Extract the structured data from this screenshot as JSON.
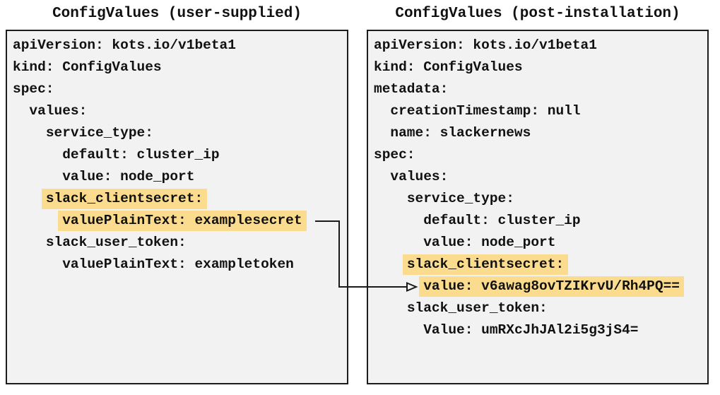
{
  "colors": {
    "highlight": "#fbdc8e",
    "panel_bg": "#f2f2f2",
    "border": "#1c1c1c",
    "text": "#111111"
  },
  "panels": [
    {
      "title": "ConfigValues (user-supplied)",
      "lines": [
        {
          "indent": 0,
          "text": "apiVersion: kots.io/v1beta1",
          "highlight": false
        },
        {
          "indent": 0,
          "text": "kind: ConfigValues",
          "highlight": false
        },
        {
          "indent": 0,
          "text": "spec:",
          "highlight": false
        },
        {
          "indent": 2,
          "text": "values:",
          "highlight": false
        },
        {
          "indent": 4,
          "text": "service_type:",
          "highlight": false
        },
        {
          "indent": 6,
          "text": "default: cluster_ip",
          "highlight": false
        },
        {
          "indent": 6,
          "text": "value: node_port",
          "highlight": false
        },
        {
          "indent": 4,
          "text": "slack_clientsecret:",
          "highlight": true
        },
        {
          "indent": 6,
          "text": "valuePlainText: examplesecret",
          "highlight": true
        },
        {
          "indent": 4,
          "text": "slack_user_token:",
          "highlight": false
        },
        {
          "indent": 6,
          "text": "valuePlainText: exampletoken",
          "highlight": false
        }
      ]
    },
    {
      "title": "ConfigValues (post-installation)",
      "lines": [
        {
          "indent": 0,
          "text": "apiVersion: kots.io/v1beta1",
          "highlight": false
        },
        {
          "indent": 0,
          "text": "kind: ConfigValues",
          "highlight": false
        },
        {
          "indent": 0,
          "text": "metadata:",
          "highlight": false
        },
        {
          "indent": 2,
          "text": "creationTimestamp: null",
          "highlight": false
        },
        {
          "indent": 2,
          "text": "name: slackernews",
          "highlight": false
        },
        {
          "indent": 0,
          "text": "spec:",
          "highlight": false
        },
        {
          "indent": 2,
          "text": "values:",
          "highlight": false
        },
        {
          "indent": 4,
          "text": "service_type:",
          "highlight": false
        },
        {
          "indent": 6,
          "text": "default: cluster_ip",
          "highlight": false
        },
        {
          "indent": 6,
          "text": "value: node_port",
          "highlight": false
        },
        {
          "indent": 4,
          "text": "slack_clientsecret:",
          "highlight": true
        },
        {
          "indent": 6,
          "text": "value: v6awag8ovTZIKrvU/Rh4PQ==",
          "highlight": true
        },
        {
          "indent": 4,
          "text": "slack_user_token:",
          "highlight": false
        },
        {
          "indent": 6,
          "text": "Value: umRXcJhJAl2i5g3jS4=",
          "highlight": false
        }
      ]
    }
  ],
  "connector": {
    "from_line": "valuePlainText: examplesecret",
    "to_line": "value: v6awag8ovTZIKrvU/Rh4PQ=="
  }
}
